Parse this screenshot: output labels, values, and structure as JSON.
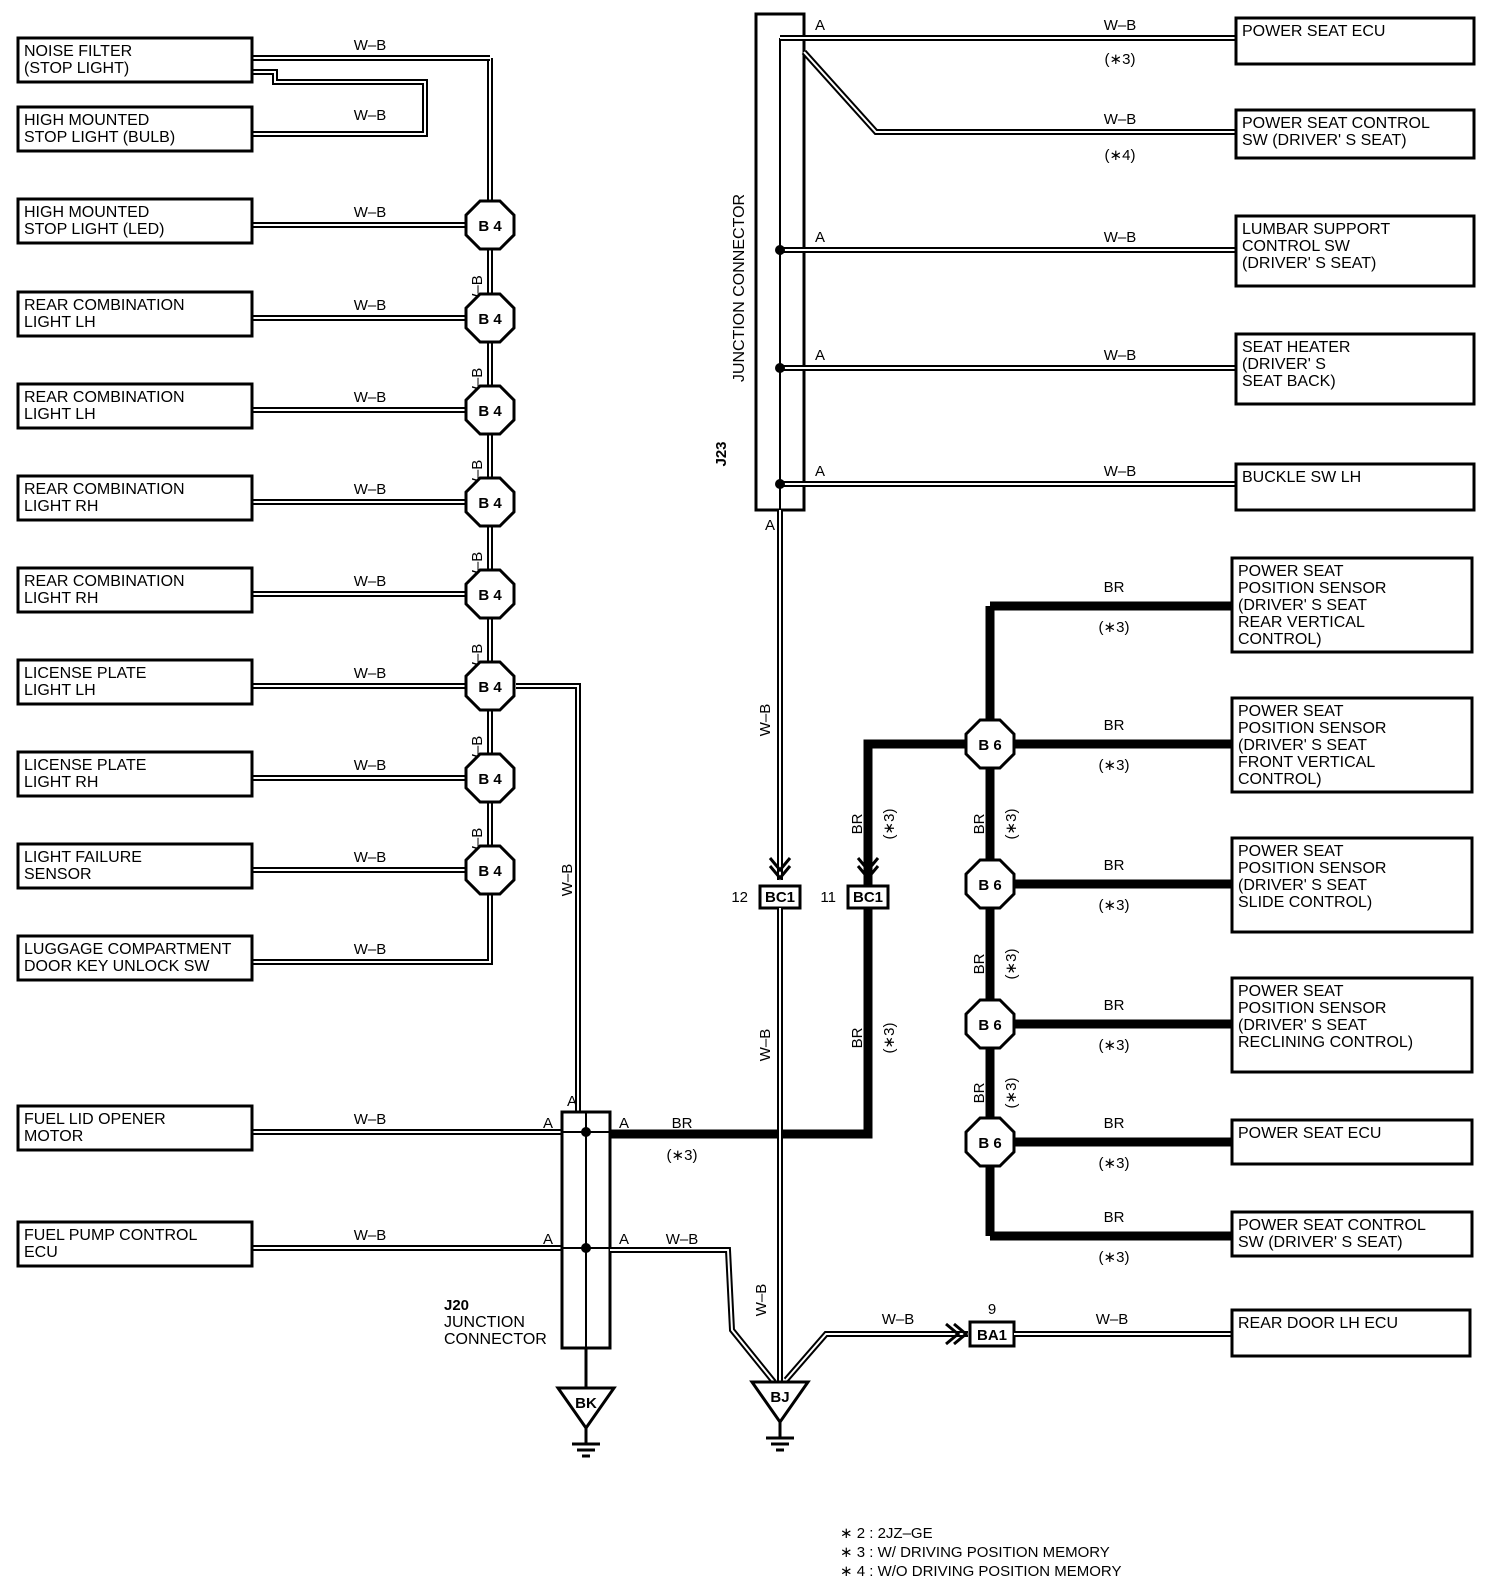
{
  "left_components": [
    {
      "lines": [
        "NOISE FILTER",
        "(STOP LIGHT)"
      ],
      "wire": "W–B"
    },
    {
      "lines": [
        "HIGH MOUNTED",
        "STOP LIGHT (BULB)"
      ],
      "wire": "W–B"
    },
    {
      "lines": [
        "HIGH MOUNTED",
        "STOP LIGHT (LED)"
      ],
      "wire": "W–B"
    },
    {
      "lines": [
        "REAR COMBINATION",
        "LIGHT LH"
      ],
      "wire": "W–B"
    },
    {
      "lines": [
        "REAR COMBINATION",
        "LIGHT LH"
      ],
      "wire": "W–B"
    },
    {
      "lines": [
        "REAR COMBINATION",
        "LIGHT RH"
      ],
      "wire": "W–B"
    },
    {
      "lines": [
        "REAR COMBINATION",
        "LIGHT RH"
      ],
      "wire": "W–B"
    },
    {
      "lines": [
        "LICENSE PLATE",
        "LIGHT LH"
      ],
      "wire": "W–B"
    },
    {
      "lines": [
        "LICENSE PLATE",
        "LIGHT RH"
      ],
      "wire": "W–B"
    },
    {
      "lines": [
        "LIGHT FAILURE",
        "SENSOR"
      ],
      "wire": "W–B"
    },
    {
      "lines": [
        "LUGGAGE COMPARTMENT",
        "DOOR KEY UNLOCK SW"
      ],
      "wire": "W–B"
    },
    {
      "lines": [
        "FUEL LID OPENER",
        "MOTOR"
      ],
      "wire": "W–B"
    },
    {
      "lines": [
        "FUEL PUMP CONTROL",
        "ECU"
      ],
      "wire": "W–B"
    }
  ],
  "right_wb_components": [
    {
      "lines": [
        "POWER SEAT ECU"
      ],
      "wire": "W–B",
      "note": "(∗3)",
      "pin": "A"
    },
    {
      "lines": [
        "POWER SEAT CONTROL",
        "SW (DRIVER' S SEAT)"
      ],
      "wire": "W–B",
      "note": "(∗4)",
      "pin": ""
    },
    {
      "lines": [
        "LUMBAR SUPPORT",
        "CONTROL SW",
        "(DRIVER' S SEAT)"
      ],
      "wire": "W–B",
      "note": "",
      "pin": "A"
    },
    {
      "lines": [
        "SEAT HEATER",
        "(DRIVER' S",
        " SEAT BACK)"
      ],
      "wire": "W–B",
      "note": "",
      "pin": "A"
    },
    {
      "lines": [
        "BUCKLE SW LH"
      ],
      "wire": "W–B",
      "note": "",
      "pin": "A"
    }
  ],
  "right_br_components": [
    {
      "lines": [
        "POWER SEAT",
        "POSITION SENSOR",
        "(DRIVER' S SEAT",
        " REAR VERTICAL",
        " CONTROL)"
      ],
      "wire": "BR",
      "note": "(∗3)"
    },
    {
      "lines": [
        "POWER SEAT",
        "POSITION SENSOR",
        "(DRIVER' S SEAT",
        " FRONT VERTICAL",
        " CONTROL)"
      ],
      "wire": "BR",
      "note": "(∗3)"
    },
    {
      "lines": [
        "POWER SEAT",
        "POSITION SENSOR",
        "(DRIVER' S SEAT",
        " SLIDE CONTROL)"
      ],
      "wire": "BR",
      "note": "(∗3)"
    },
    {
      "lines": [
        "POWER SEAT",
        "POSITION SENSOR",
        "(DRIVER' S SEAT",
        " RECLINING CONTROL)"
      ],
      "wire": "BR",
      "note": "(∗3)"
    },
    {
      "lines": [
        "POWER SEAT ECU"
      ],
      "wire": "BR",
      "note": "(∗3)"
    },
    {
      "lines": [
        "POWER SEAT CONTROL",
        "SW (DRIVER' S SEAT)"
      ],
      "wire": "BR",
      "note": "(∗3)"
    }
  ],
  "rear_door": {
    "lines": [
      "REAR DOOR LH ECU"
    ],
    "wire": "W–B"
  },
  "connectors": {
    "b4": "B 4",
    "b6": "B 6",
    "bc1": "BC1",
    "ba1": "BA1",
    "bk": "BK",
    "bj": "BJ",
    "bc1_pin_wb": "12",
    "bc1_pin_br": "11",
    "ba1_pin": "9"
  },
  "junctions": {
    "j23_code": "J23",
    "j23_name": "JUNCTION CONNECTOR",
    "j20_lines": [
      "J20",
      "JUNCTION",
      "CONNECTOR"
    ],
    "pin_a": "A"
  },
  "wires": {
    "wb": "W–B",
    "br": "BR",
    "note3": "(∗3)"
  },
  "footnotes": [
    "∗ 2 : 2JZ–GE",
    "∗ 3 : W/ DRIVING POSITION MEMORY",
    "∗ 4 : W/O DRIVING POSITION MEMORY"
  ],
  "colors": {
    "line": "#000000",
    "background": "#ffffff"
  }
}
